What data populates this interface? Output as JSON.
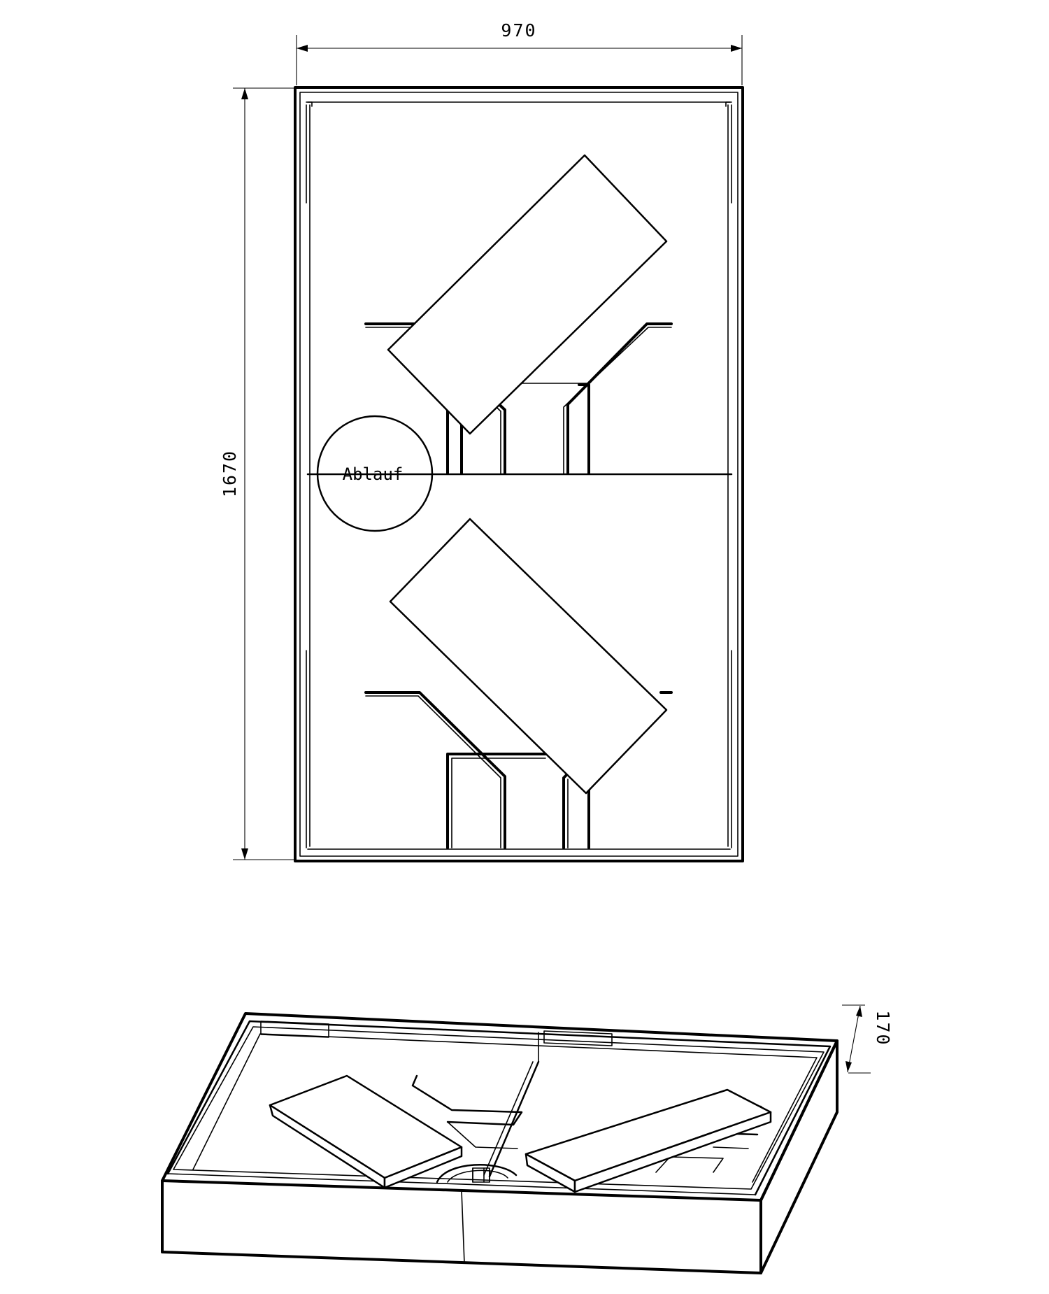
{
  "dimensions": {
    "width": "970",
    "length": "1670",
    "height": "170"
  },
  "labels": {
    "drain": "Ablauf"
  }
}
